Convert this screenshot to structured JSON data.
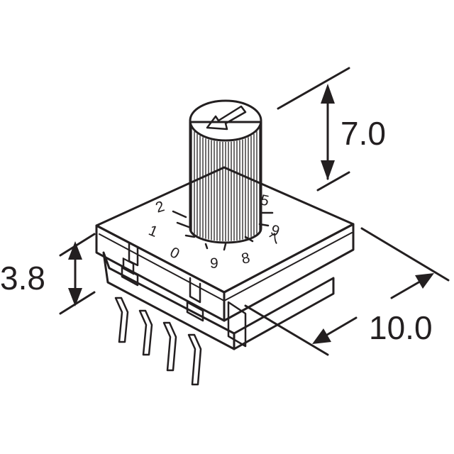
{
  "dimensions": {
    "height_knob": "7.0",
    "height_body": "3.8",
    "width_body": "10.0"
  },
  "dial": {
    "labels": [
      "2",
      "1",
      "0",
      "9",
      "8",
      "7",
      "6",
      "5"
    ]
  },
  "colors": {
    "stroke": "#231f20",
    "fill": "#ffffff"
  }
}
